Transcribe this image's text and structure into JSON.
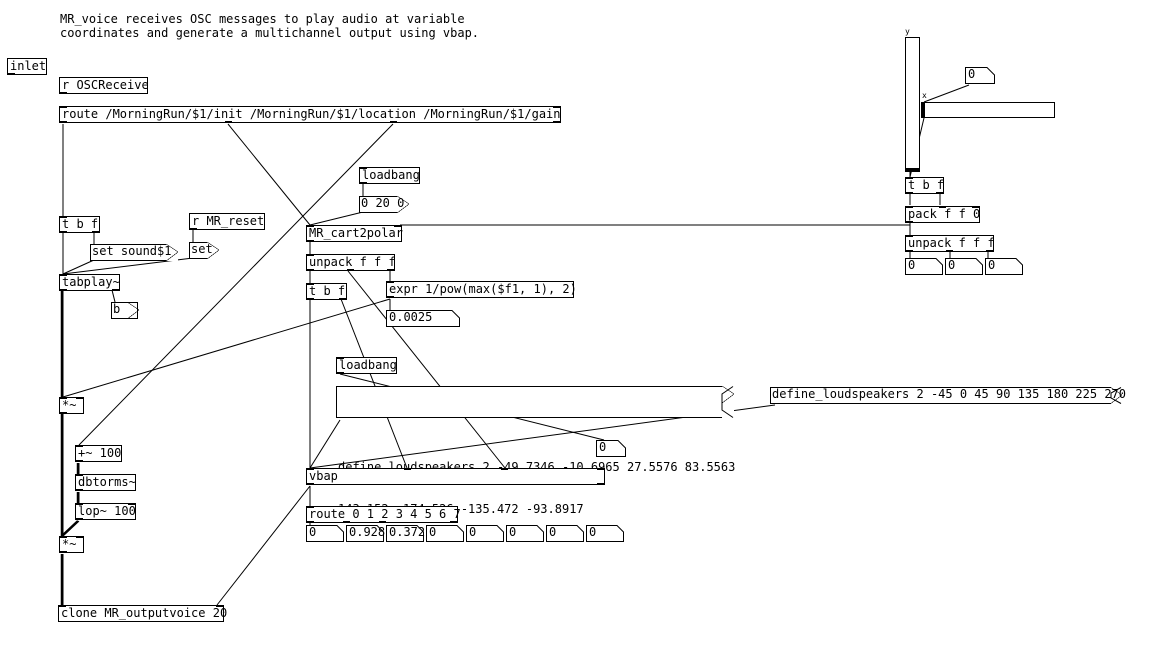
{
  "header_comment": "MR_voice receives OSC messages to play audio at variable\ncoordinates and generate a multichannel output using vbap.",
  "objects": {
    "inlet": "inlet",
    "r_osc": "r OSCReceive",
    "route_osc": "route /MorningRun/$1/init /MorningRun/$1/location /MorningRun/$1/gain",
    "loadbang1": "loadbang",
    "tbf_left": "t b f",
    "r_reset": "r MR_reset",
    "cart2polar": "MR_cart2polar",
    "tabplay": "tabplay~",
    "unpack1": "unpack f f f",
    "tbf_mid": "t b f",
    "expr": "expr 1/pow(max($f1, 1), 2)",
    "loadbang2": "loadbang",
    "mult1": "*~",
    "plus100": "+~ 100",
    "dbtorms": "dbtorms~",
    "lop": "lop~ 100",
    "mult2": "*~",
    "vbap": "vbap",
    "route_ch": "route 0 1 2 3 4 5 6 7",
    "clone": "clone MR_outputvoice 20",
    "tbf_right": "t b f",
    "pack": "pack f f 0",
    "unpack2": "unpack f f f"
  },
  "messages": {
    "m_0_20_0": "0 20 0",
    "set_sound": "set sound$1",
    "set": "set",
    "b": "b",
    "define_ls_1_line1": "define_loudspeakers 2 -49.7346 -10.6965 27.5576 83.5563",
    "define_ls_1_line2": "143.152 -174.526 -135.472 -93.8917",
    "define_ls_2": "define_loudspeakers 2 -45 0 45 90 135 180 225 270"
  },
  "numbers": {
    "gain_value": "0.0025",
    "vbap_num": "0",
    "top_right_num": "0",
    "unpack_out": [
      "0",
      "0",
      "0"
    ],
    "route_out": [
      "0",
      "0.928",
      "0.372",
      "0",
      "0",
      "0",
      "0",
      "0"
    ]
  },
  "slider_labels": {
    "y": "y",
    "x": "x"
  }
}
